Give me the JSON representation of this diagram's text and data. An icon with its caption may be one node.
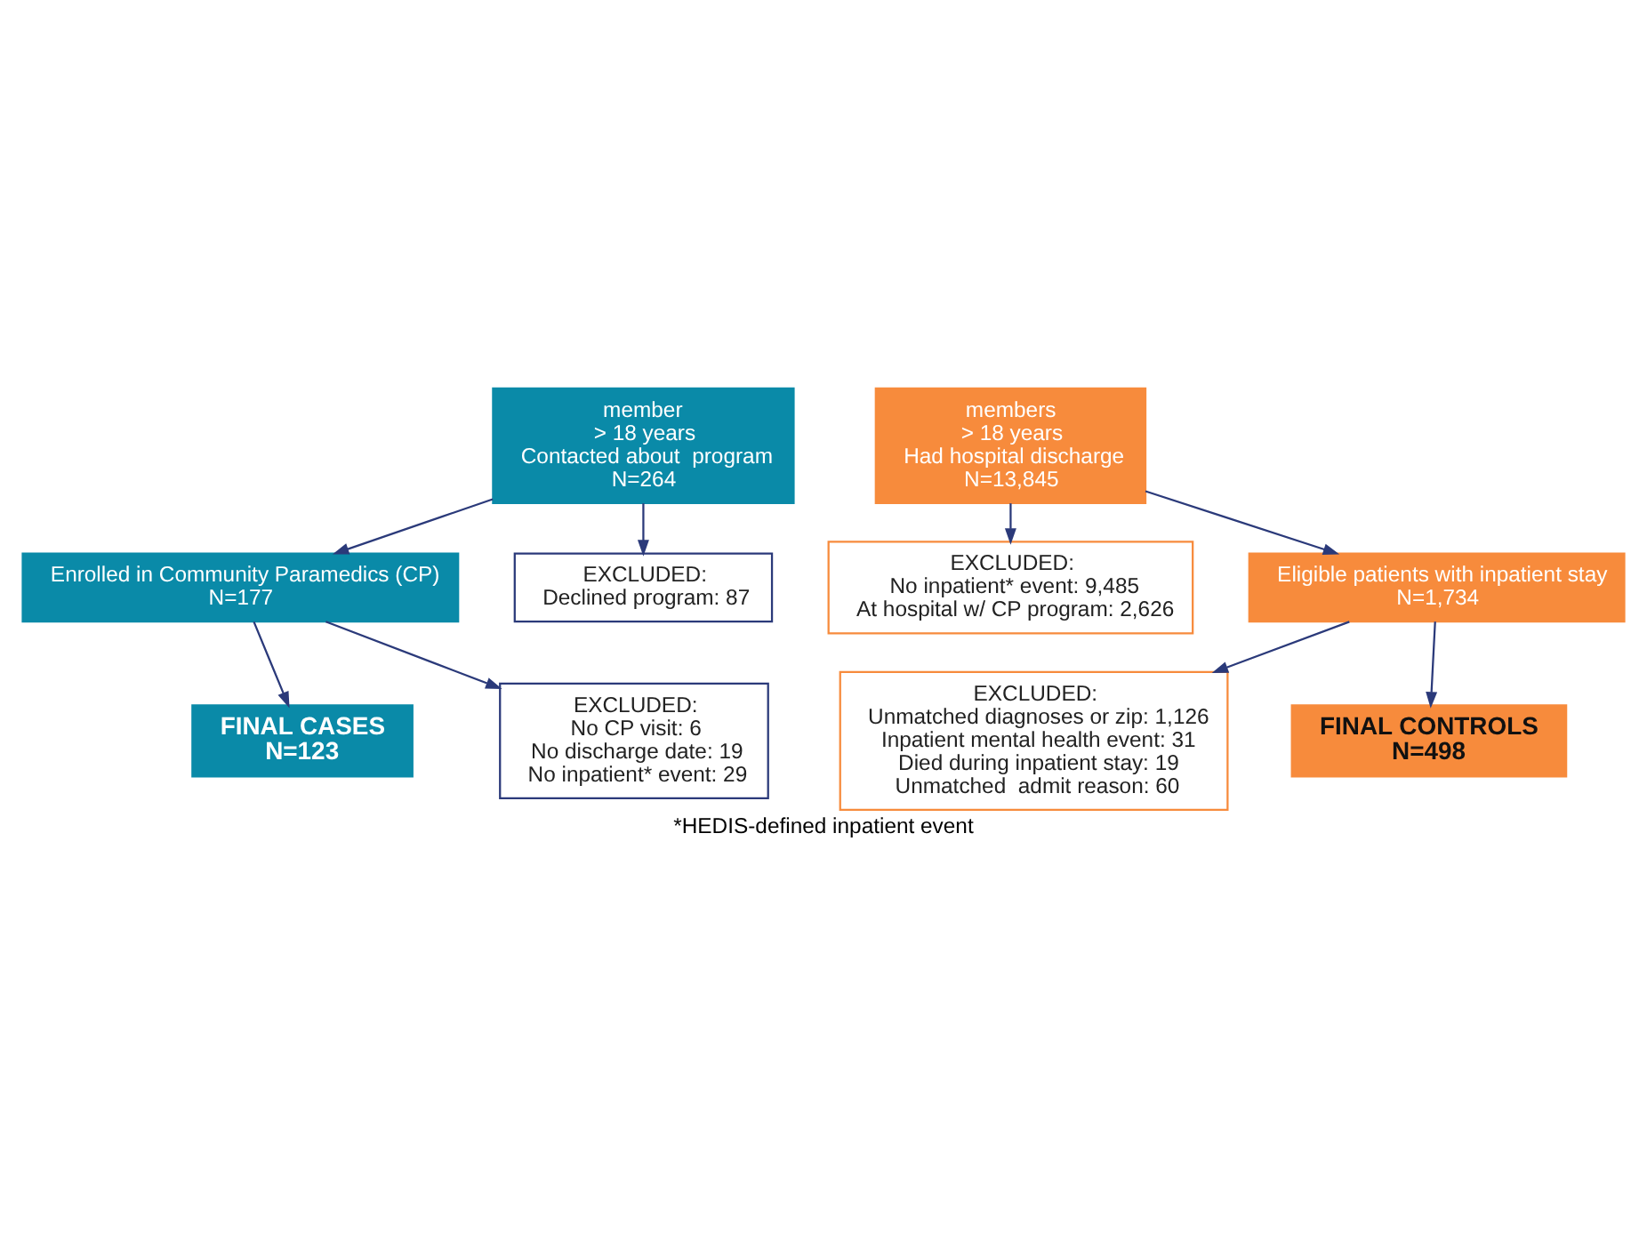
{
  "diagram": {
    "caption": "*HEDIS-defined inpatient event",
    "nodes": [
      {
        "text": [
          "member",
          "> 18 years",
          "Contacted about  program",
          "N=264"
        ]
      },
      {
        "text": [
          "members",
          "> 18 years",
          "Had hospital discharge",
          "N=13,845"
        ]
      },
      {
        "text": [
          "EXCLUDED:",
          "Declined program: 87"
        ]
      },
      {
        "text": [
          "EXCLUDED:",
          "No inpatient* event: 9,485",
          "At hospital w/ CP program: 2,626"
        ]
      },
      {
        "text": [
          "Enrolled in Community Paramedics (CP)",
          "N=177"
        ]
      },
      {
        "text": [
          "Eligible patients with inpatient stay",
          "N=1,734"
        ]
      },
      {
        "text": [
          "EXCLUDED:",
          "No CP visit: 6",
          "No discharge date: 19",
          "No inpatient* event: 29"
        ]
      },
      {
        "text": [
          "EXCLUDED:",
          "Unmatched diagnoses or zip: 1,126",
          "Inpatient mental health event: 31",
          "Died during inpatient stay: 19",
          "Unmatched  admit reason: 60"
        ]
      },
      {
        "text": [
          "FINAL CASES",
          "N=123"
        ]
      },
      {
        "text": [
          "FINAL CONTROLS",
          "N=498"
        ]
      }
    ],
    "edges": [
      {
        "from": 0,
        "to": 2,
        "arrow": "to"
      },
      {
        "from": 0,
        "to": 4,
        "arrow": "to"
      },
      {
        "from": 1,
        "to": 3,
        "arrow": "to"
      },
      {
        "from": 1,
        "to": 5,
        "arrow": "to"
      },
      {
        "from": 4,
        "to": 6,
        "arrow": "to"
      },
      {
        "from": 4,
        "to": 8,
        "arrow": "to"
      },
      {
        "from": 5,
        "to": 7,
        "arrow": "to"
      },
      {
        "from": 5,
        "to": 9,
        "arrow": "to"
      }
    ]
  }
}
